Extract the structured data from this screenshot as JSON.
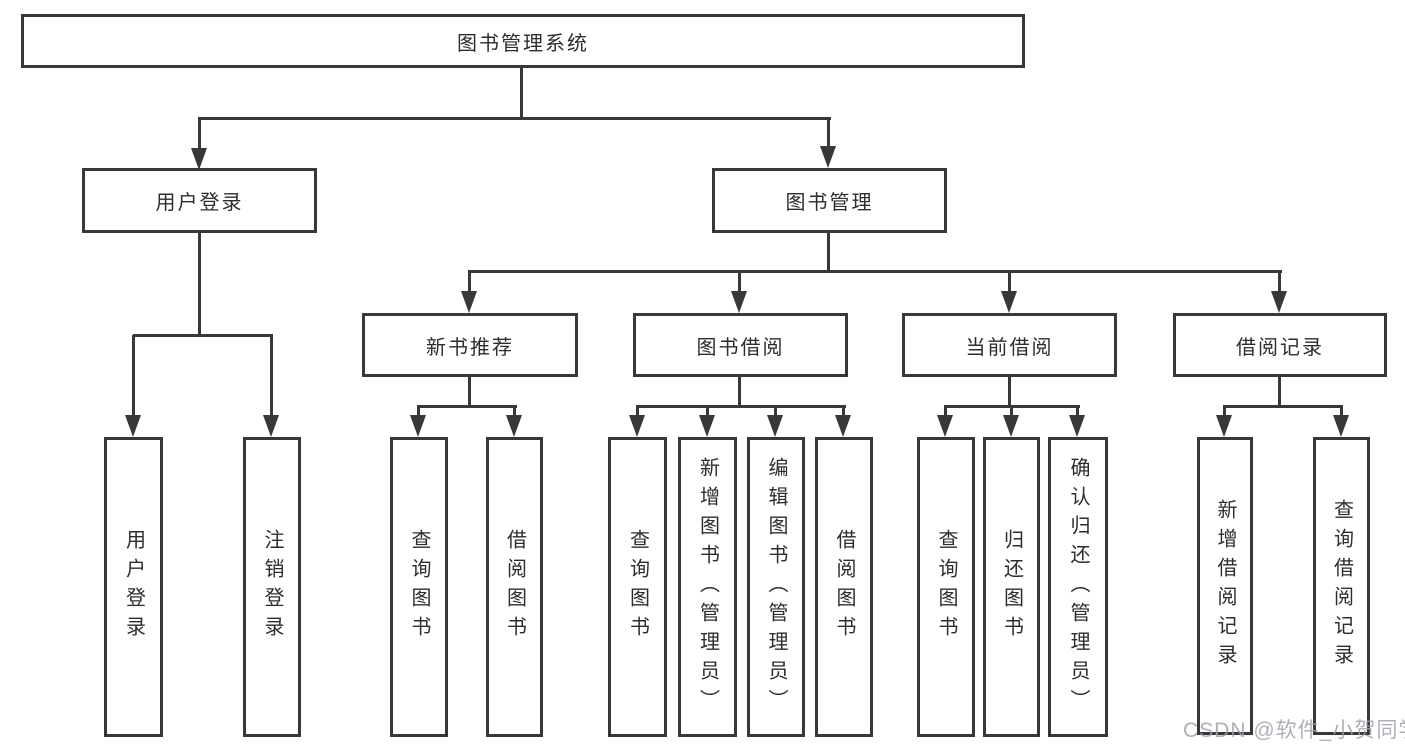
{
  "tree": {
    "root": {
      "label": "图书管理系统"
    },
    "branches": [
      {
        "label": "用户登录",
        "leaves": [
          {
            "label": "用户登录"
          },
          {
            "label": "注销登录"
          }
        ]
      },
      {
        "label": "图书管理",
        "groups": [
          {
            "label": "新书推荐",
            "leaves": [
              {
                "label": "查询图书"
              },
              {
                "label": "借阅图书"
              }
            ]
          },
          {
            "label": "图书借阅",
            "leaves": [
              {
                "label": "查询图书"
              },
              {
                "label": "新增图书（管理员）"
              },
              {
                "label": "编辑图书（管理员）"
              },
              {
                "label": "借阅图书"
              }
            ]
          },
          {
            "label": "当前借阅",
            "leaves": [
              {
                "label": "查询图书"
              },
              {
                "label": "归还图书"
              },
              {
                "label": "确认归还（管理员）"
              }
            ]
          },
          {
            "label": "借阅记录",
            "leaves": [
              {
                "label": "新增借阅记录"
              },
              {
                "label": "查询借阅记录"
              }
            ]
          }
        ]
      }
    ]
  },
  "watermark": "CSDN @软件_小贺同学",
  "colors": {
    "line": "#383838",
    "text": "#2d2d2d",
    "background": "#ffffff",
    "watermark": "#9ea3ac"
  }
}
